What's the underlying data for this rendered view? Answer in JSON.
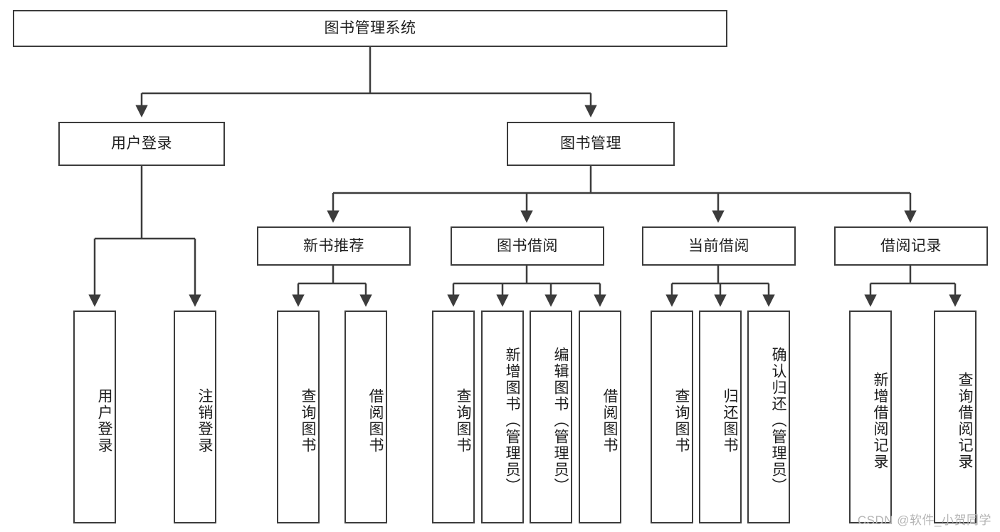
{
  "diagram": {
    "title": "图书管理系统",
    "type": "hierarchy-tree",
    "colors": {
      "background": "#ffffff",
      "border": "#3c3c3c",
      "text": "#1d1d1d",
      "watermark": "#b4b4b4"
    },
    "levels": {
      "root": "图书管理系统",
      "level2": [
        "用户登录",
        "图书管理"
      ],
      "level3": [
        "新书推荐",
        "图书借阅",
        "当前借阅",
        "借阅记录"
      ]
    },
    "nodes": {
      "root": {
        "label": "图书管理系统"
      },
      "user_login": {
        "label": "用户登录"
      },
      "book_manage": {
        "label": "图书管理"
      },
      "new_book_rec": {
        "label": "新书推荐"
      },
      "book_borrow": {
        "label": "图书借阅"
      },
      "current_borrow": {
        "label": "当前借阅"
      },
      "borrow_record": {
        "label": "借阅记录"
      }
    },
    "leaves": {
      "user_login": [
        {
          "label": "用户登录"
        },
        {
          "label": "注销登录"
        }
      ],
      "new_book_rec": [
        {
          "label": "查询图书"
        },
        {
          "label": "借阅图书"
        }
      ],
      "book_borrow": [
        {
          "label": "查询图书"
        },
        {
          "label": "新增图书（管理员）"
        },
        {
          "label": "编辑图书（管理员）"
        },
        {
          "label": "借阅图书"
        }
      ],
      "current_borrow": [
        {
          "label": "查询图书"
        },
        {
          "label": "归还图书"
        },
        {
          "label": "确认归还（管理员）"
        }
      ],
      "borrow_record": [
        {
          "label": "新增借阅记录"
        },
        {
          "label": "查询借阅记录"
        }
      ]
    },
    "watermark": "CSDN @软件_小贺同学"
  }
}
